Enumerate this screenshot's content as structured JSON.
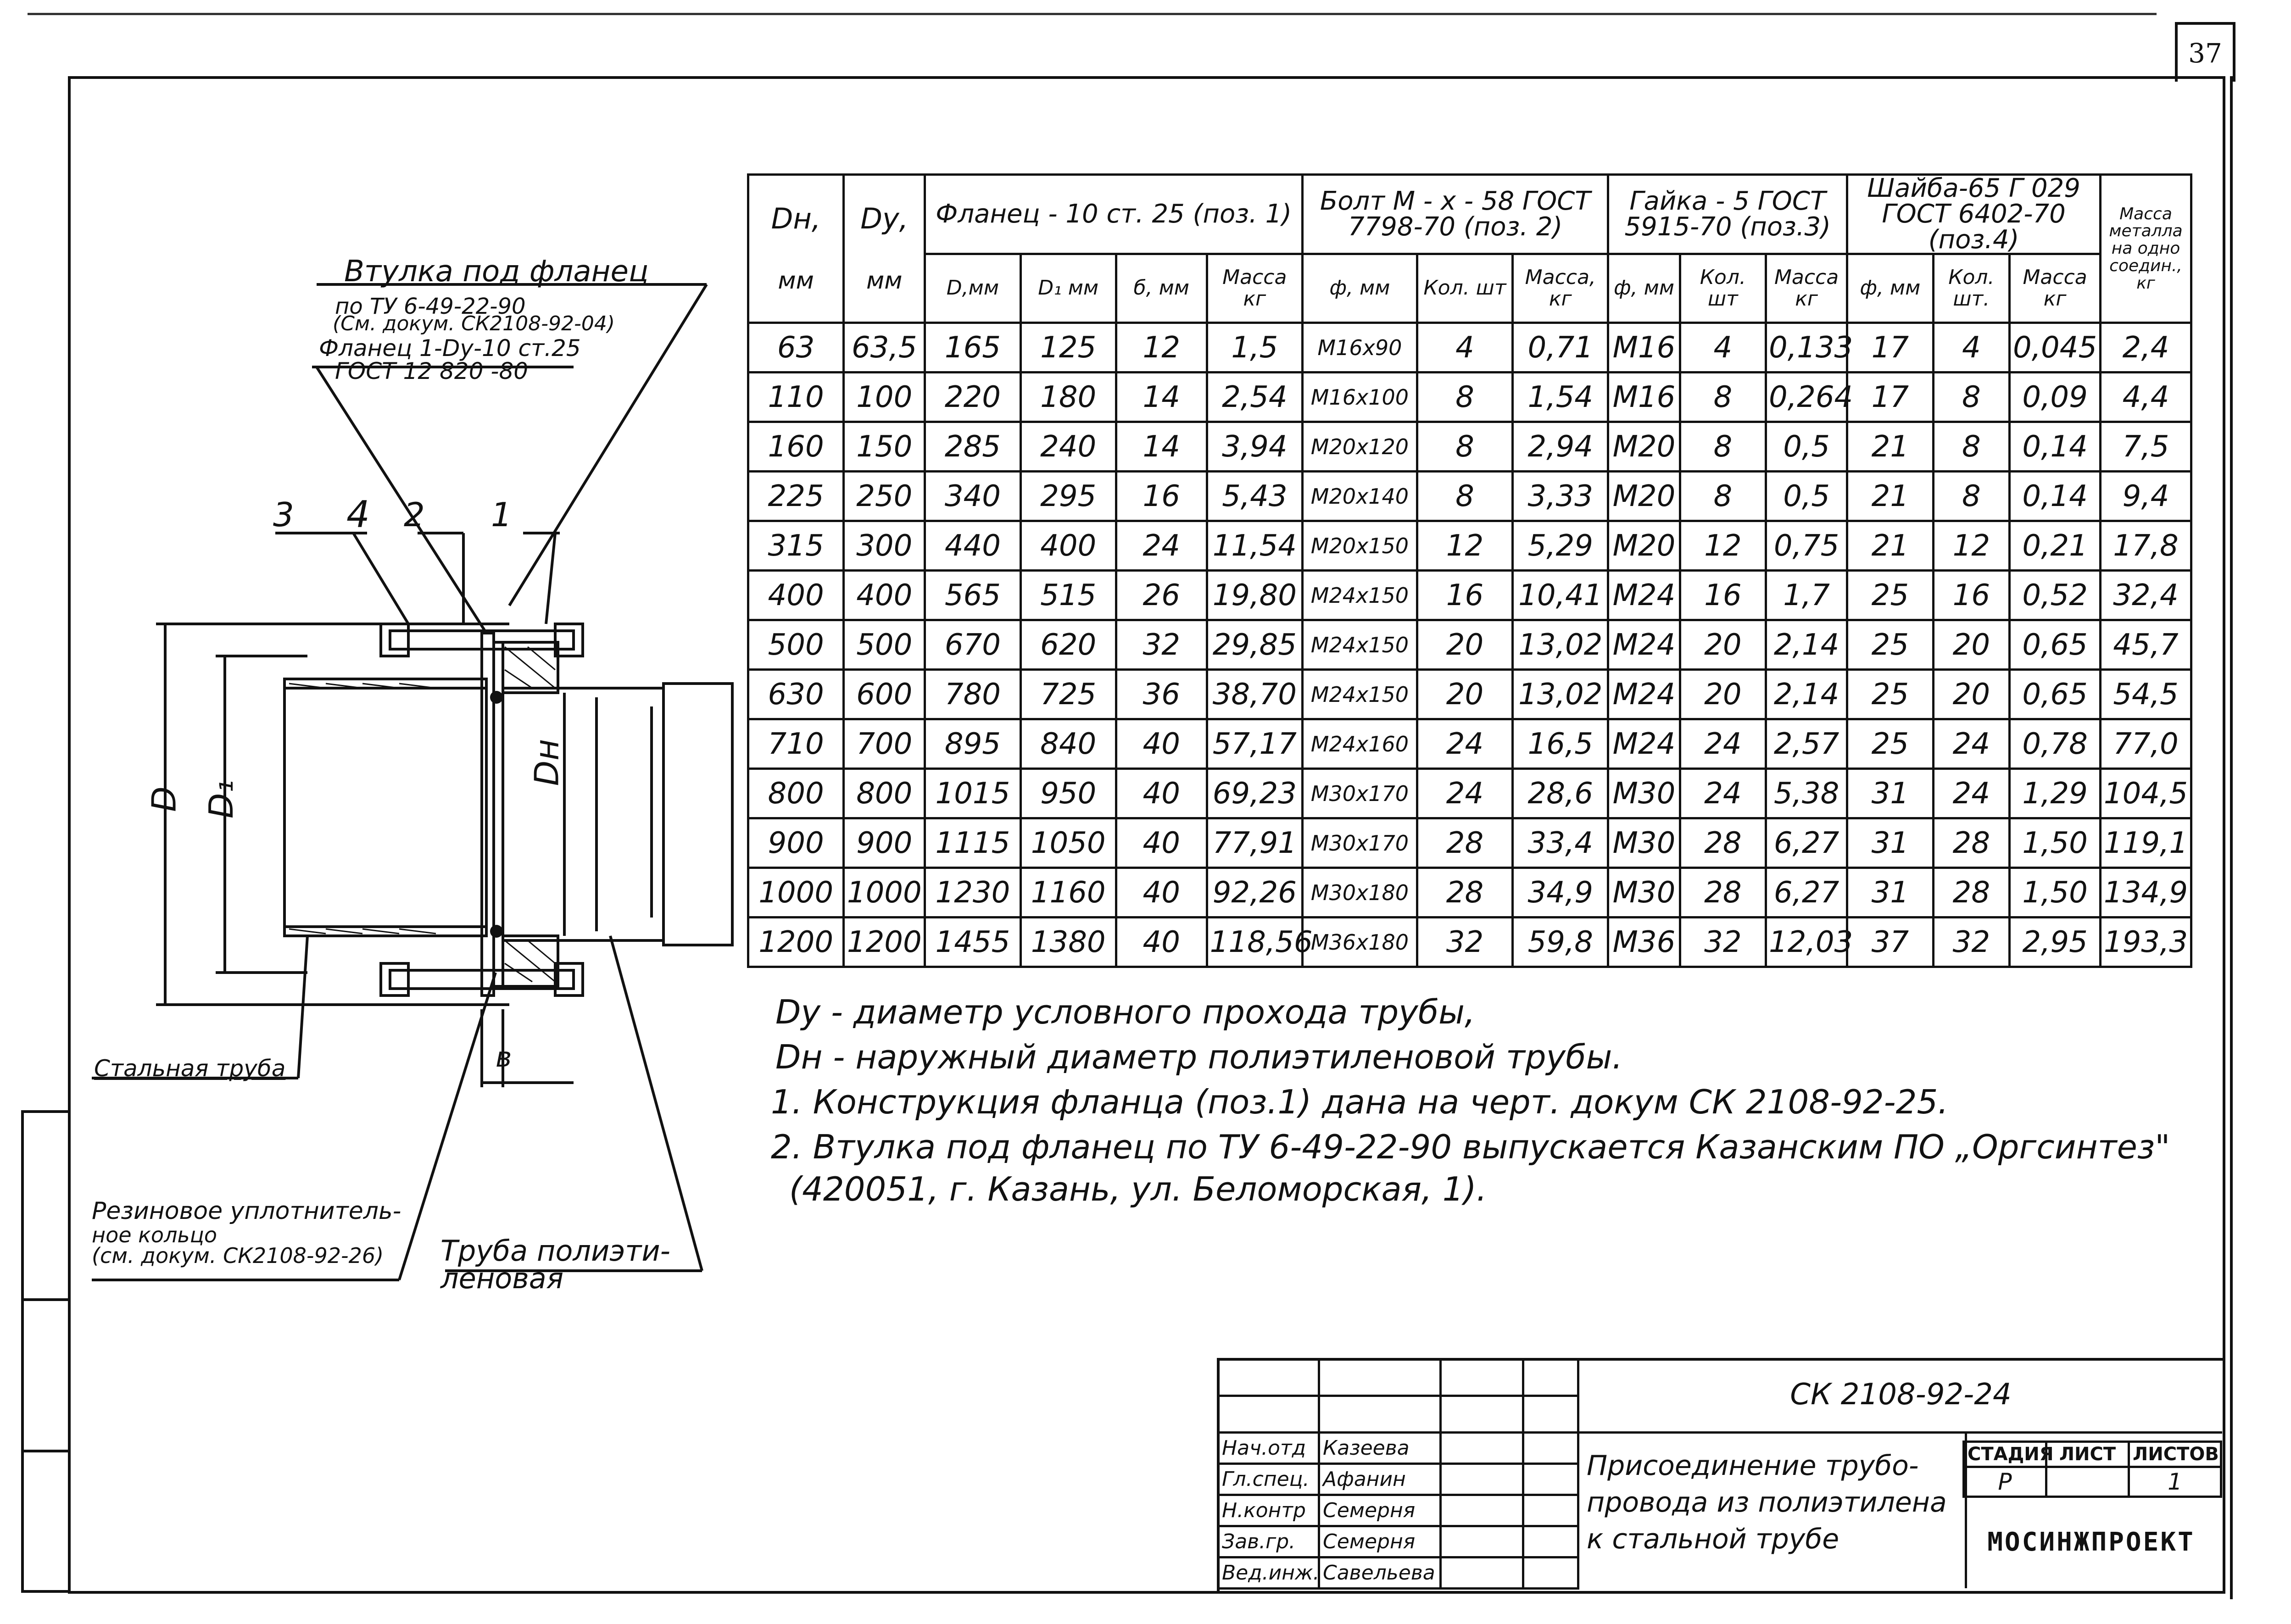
{
  "sheet": {
    "number": "37"
  },
  "labels": {
    "bushing_title": "Втулка под фланец",
    "bushing_spec": "по ТУ 6-49-22-90",
    "bushing_doc": "(См. докум. СК2108-92-04)",
    "flange_spec": "Фланец 1-Dу-10 ст.25",
    "flange_gost": "ГОСТ 12 820 -80",
    "pos1": "1",
    "pos2": "2",
    "pos3": "3",
    "pos4": "4",
    "dim_d": "D",
    "dim_d1": "D₁",
    "dim_dn": "Dн",
    "dim_b": "в",
    "steel_pipe": "Стальная труба",
    "seal_line1": "Резиновое уплотнитель-",
    "seal_line2": "ное кольцо",
    "seal_line3": "(см. докум. СК2108-92-26)",
    "pe_pipe_line1": "Труба полиэти-",
    "pe_pipe_line2": "леновая"
  },
  "table": {
    "headers": {
      "dn": "Dн,",
      "dn_unit": "мм",
      "du": "Dу,",
      "du_unit": "мм",
      "flange": "Фланец - 10 ст. 25 (поз. 1)",
      "bolt": "Болт М - х - 58 ГОСТ 7798-70 (поз. 2)",
      "nut": "Гайка - 5 ГОСТ 5915-70 (поз.3)",
      "washer": "Шайба-65 Г 029 ГОСТ 6402-70 (поз.4)",
      "mass": "Масса металла на одно соедин., кг",
      "f_D": "D,мм",
      "f_D1": "D₁ мм",
      "f_b": "б, мм",
      "f_mass": "Масса кг",
      "b_d": "ф, мм",
      "b_qty": "Кол. шт",
      "b_mass": "Масса, кг",
      "n_d": "ф, мм",
      "n_qty": "Кол. шт",
      "n_mass": "Масса кг",
      "w_d": "ф, мм",
      "w_qty": "Кол. шт.",
      "w_mass": "Масса кг"
    },
    "rows": [
      [
        "63",
        "63,5",
        "165",
        "125",
        "12",
        "1,5",
        "М16х90",
        "4",
        "0,71",
        "М16",
        "4",
        "0,133",
        "17",
        "4",
        "0,045",
        "2,4"
      ],
      [
        "110",
        "100",
        "220",
        "180",
        "14",
        "2,54",
        "М16х100",
        "8",
        "1,54",
        "М16",
        "8",
        "0,264",
        "17",
        "8",
        "0,09",
        "4,4"
      ],
      [
        "160",
        "150",
        "285",
        "240",
        "14",
        "3,94",
        "М20х120",
        "8",
        "2,94",
        "М20",
        "8",
        "0,5",
        "21",
        "8",
        "0,14",
        "7,5"
      ],
      [
        "225",
        "250",
        "340",
        "295",
        "16",
        "5,43",
        "М20х140",
        "8",
        "3,33",
        "М20",
        "8",
        "0,5",
        "21",
        "8",
        "0,14",
        "9,4"
      ],
      [
        "315",
        "300",
        "440",
        "400",
        "24",
        "11,54",
        "М20х150",
        "12",
        "5,29",
        "М20",
        "12",
        "0,75",
        "21",
        "12",
        "0,21",
        "17,8"
      ],
      [
        "400",
        "400",
        "565",
        "515",
        "26",
        "19,80",
        "М24х150",
        "16",
        "10,41",
        "М24",
        "16",
        "1,7",
        "25",
        "16",
        "0,52",
        "32,4"
      ],
      [
        "500",
        "500",
        "670",
        "620",
        "32",
        "29,85",
        "М24х150",
        "20",
        "13,02",
        "М24",
        "20",
        "2,14",
        "25",
        "20",
        "0,65",
        "45,7"
      ],
      [
        "630",
        "600",
        "780",
        "725",
        "36",
        "38,70",
        "М24х150",
        "20",
        "13,02",
        "М24",
        "20",
        "2,14",
        "25",
        "20",
        "0,65",
        "54,5"
      ],
      [
        "710",
        "700",
        "895",
        "840",
        "40",
        "57,17",
        "М24х160",
        "24",
        "16,5",
        "М24",
        "24",
        "2,57",
        "25",
        "24",
        "0,78",
        "77,0"
      ],
      [
        "800",
        "800",
        "1015",
        "950",
        "40",
        "69,23",
        "М30х170",
        "24",
        "28,6",
        "М30",
        "24",
        "5,38",
        "31",
        "24",
        "1,29",
        "104,5"
      ],
      [
        "900",
        "900",
        "1115",
        "1050",
        "40",
        "77,91",
        "М30х170",
        "28",
        "33,4",
        "М30",
        "28",
        "6,27",
        "31",
        "28",
        "1,50",
        "119,1"
      ],
      [
        "1000",
        "1000",
        "1230",
        "1160",
        "40",
        "92,26",
        "М30х180",
        "28",
        "34,9",
        "М30",
        "28",
        "6,27",
        "31",
        "28",
        "1,50",
        "134,9"
      ],
      [
        "1200",
        "1200",
        "1455",
        "1380",
        "40",
        "118,56",
        "М36х180",
        "32",
        "59,8",
        "М36",
        "32",
        "12,03",
        "37",
        "32",
        "2,95",
        "193,3"
      ]
    ]
  },
  "notes": [
    "Dу - диаметр условного прохода трубы,",
    "Dн - наружный диаметр полиэтиленовой трубы.",
    "1. Конструкция фланца (поз.1) дана на черт. докум СК 2108-92-25.",
    "2. Втулка под фланец по ТУ 6-49-22-90 выпускается Казанским ПО „Оргсинтез\"",
    "(420051, г. Казань, ул. Беломорская, 1)."
  ],
  "title_block": {
    "doc_code": "СК 2108-92-24",
    "title_line1": "Присоединение трубо-",
    "title_line2": "провода из полиэтилена",
    "title_line3": "к стальной трубе",
    "stage_label": "СТАДИЯ",
    "sheet_label": "ЛИСТ",
    "sheets_label": "ЛИСТОВ",
    "stage": "Р",
    "sheets": "1",
    "org": "МОСИНЖПРОЕКТ",
    "people": [
      {
        "role": "Нач.отд",
        "name": "Казеева"
      },
      {
        "role": "Гл.спец.",
        "name": "Афанин"
      },
      {
        "role": "Н.контр",
        "name": "Семерня"
      },
      {
        "role": "Зав.гр.",
        "name": "Семерня"
      },
      {
        "role": "Вед.инж.",
        "name": "Савельева"
      }
    ]
  }
}
